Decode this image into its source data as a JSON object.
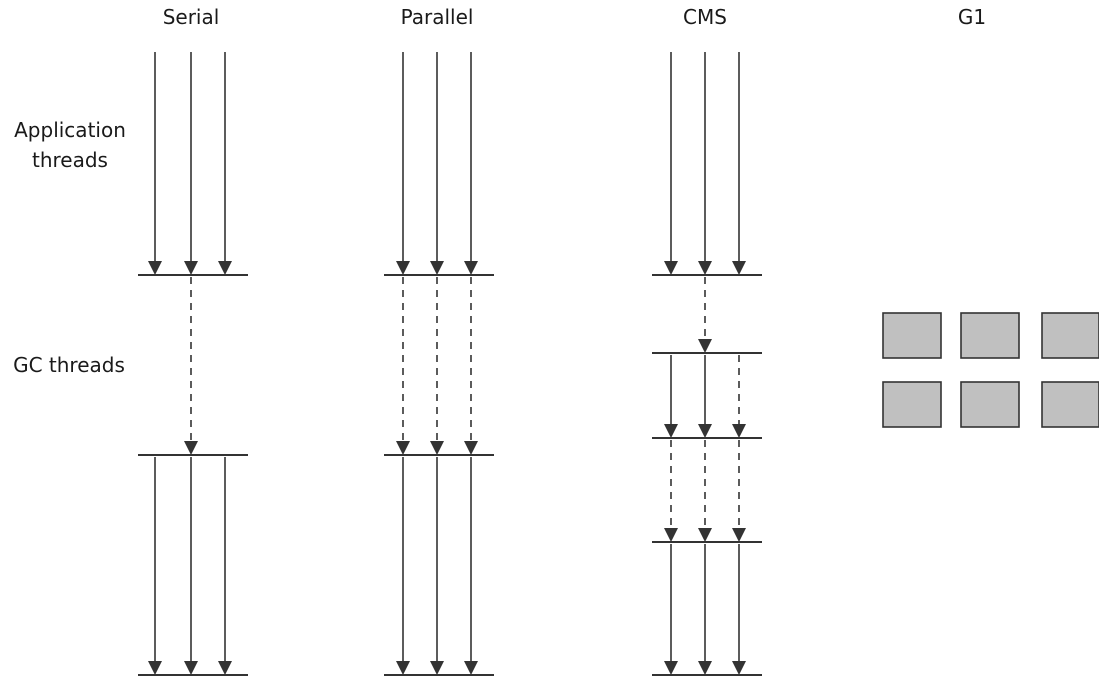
{
  "columns": [
    {
      "id": "serial",
      "title": "Serial"
    },
    {
      "id": "parallel",
      "title": "Parallel"
    },
    {
      "id": "cms",
      "title": "CMS"
    },
    {
      "id": "g1",
      "title": "G1"
    }
  ],
  "row_labels": {
    "application_line1": "Application",
    "application_line2": "threads",
    "gc": "GC threads"
  },
  "colors": {
    "line": "#333333",
    "region_fill": "#c0c0c0"
  }
}
